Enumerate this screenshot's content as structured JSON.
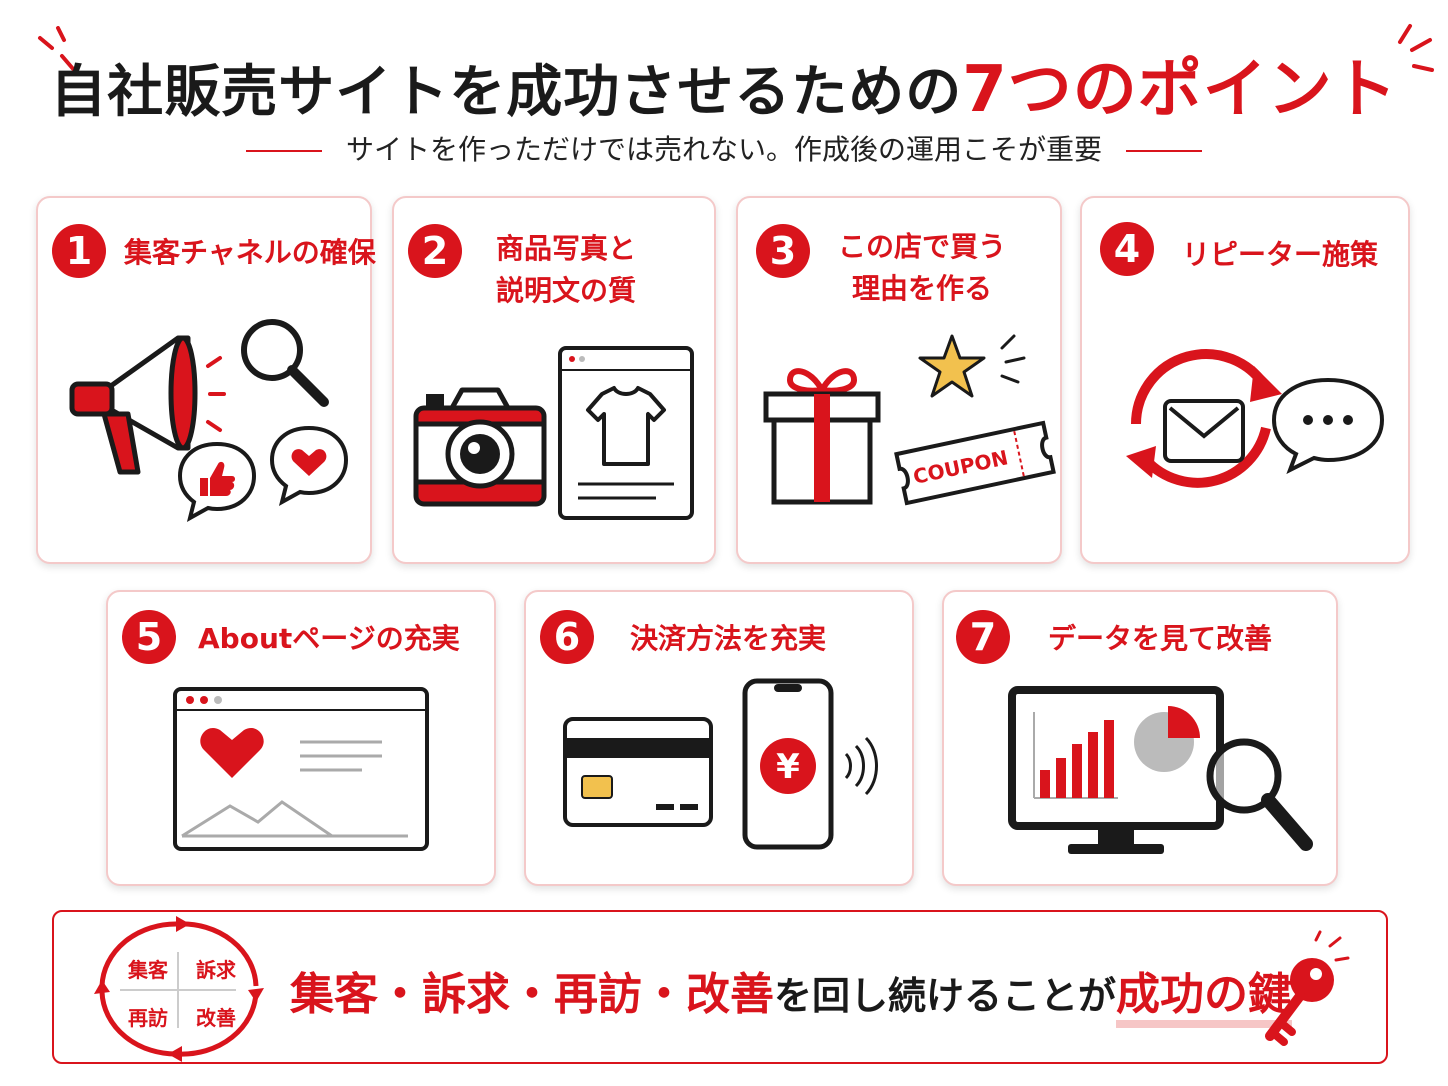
{
  "header": {
    "title_main": "自社販売サイトを成功させるための",
    "title_accent": "7つのポイント",
    "subtitle": "サイトを作っただけでは売れない。作成後の運用こそが重要"
  },
  "points": [
    {
      "number": "1",
      "title_lines": [
        "集客チャネルの確保"
      ],
      "icons": [
        "megaphone-icon",
        "magnifier-icon",
        "thumbs-up-bubble-icon",
        "heart-bubble-icon"
      ]
    },
    {
      "number": "2",
      "title_lines": [
        "商品写真と",
        "説明文の質"
      ],
      "icons": [
        "camera-icon",
        "tshirt-webpage-icon"
      ]
    },
    {
      "number": "3",
      "title_lines": [
        "この店で買う",
        "理由を作る"
      ],
      "icons": [
        "gift-icon",
        "star-icon",
        "coupon-icon"
      ],
      "coupon_text": "COUPON"
    },
    {
      "number": "4",
      "title_lines": [
        "リピーター施策"
      ],
      "icons": [
        "cycle-arrows-icon",
        "mail-icon",
        "chat-bubble-icon"
      ]
    },
    {
      "number": "5",
      "title_lines": [
        "Aboutページの充実"
      ],
      "icons": [
        "about-webpage-icon"
      ]
    },
    {
      "number": "6",
      "title_lines": [
        "決済方法を充実"
      ],
      "icons": [
        "credit-card-icon",
        "smartphone-yen-icon"
      ],
      "yen_symbol": "¥"
    },
    {
      "number": "7",
      "title_lines": [
        "データを見て改善"
      ],
      "icons": [
        "monitor-chart-icon",
        "magnifier-icon"
      ]
    }
  ],
  "footer": {
    "cycle": [
      "集客",
      "訴求",
      "再訪",
      "改善"
    ],
    "message_red": "集客・訴求・再訪・改善",
    "message_mid": "を回し続けることが",
    "message_key": "成功の鍵"
  },
  "colors": {
    "accent": "#d9141c",
    "card_border": "#f4c9c9",
    "text": "#1a1a1a"
  }
}
